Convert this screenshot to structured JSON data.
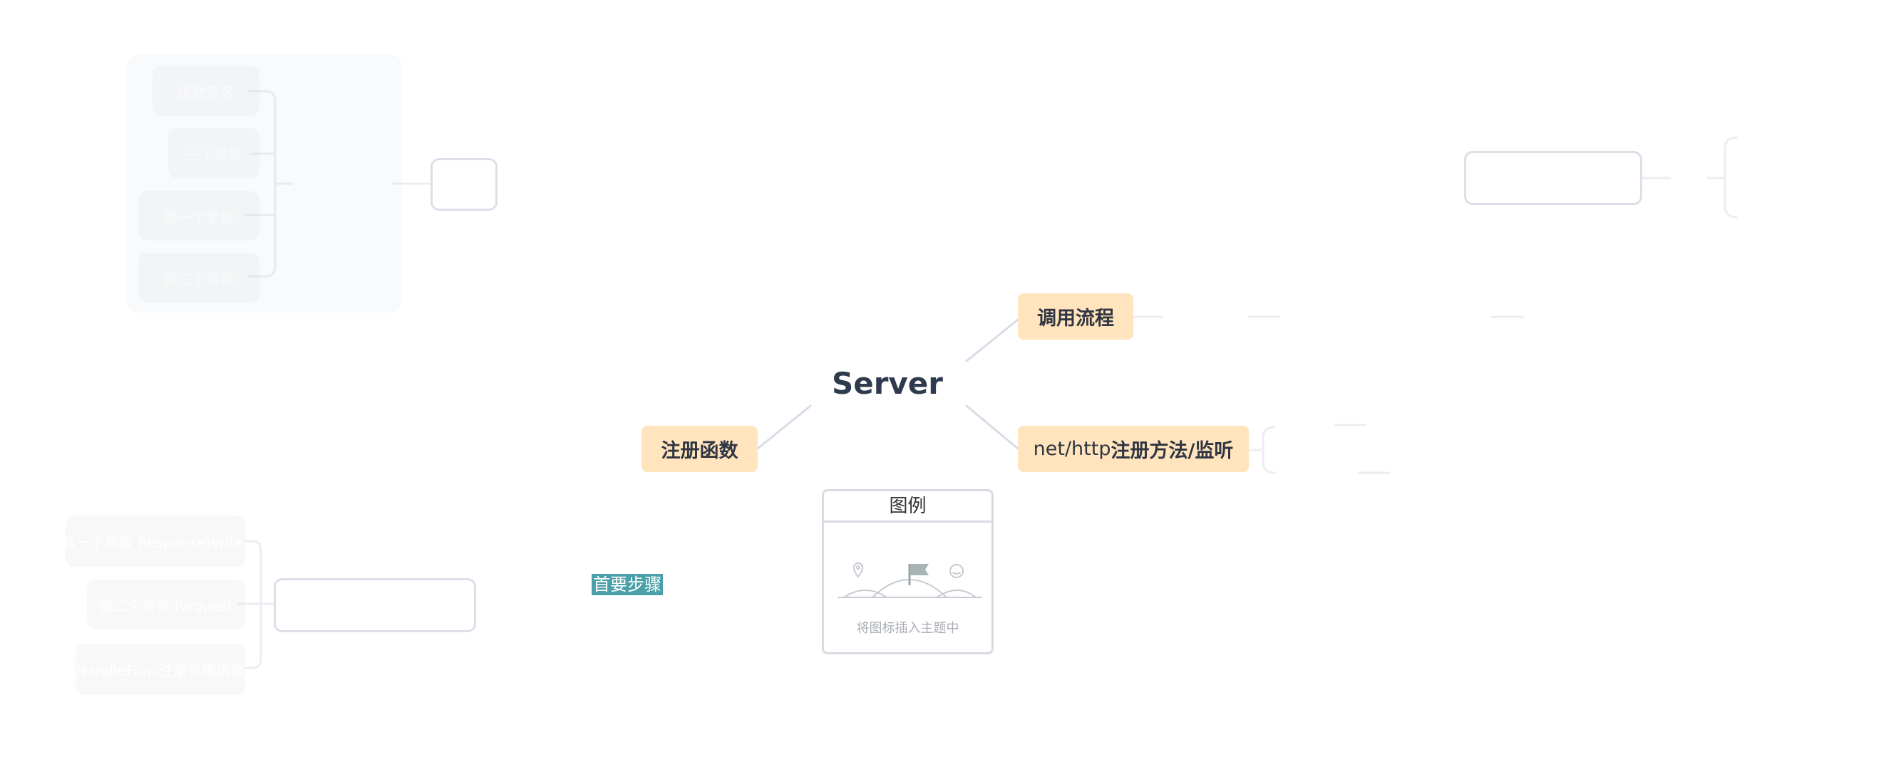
{
  "central_topic": "Server",
  "topics": {
    "register_function": "注册函数",
    "call_flow": "调用流程",
    "net_http_prefix": "net/http",
    "net_http_suffix": "注册方法/监听"
  },
  "highlight_label": "首要步骤",
  "legend": {
    "title": "图例",
    "hint": "将图标插入主题中"
  },
  "faded_nodes": {
    "top_left": [
      "函数签名",
      "三个参数",
      "第一个参数",
      "第二个参数"
    ],
    "bottom_left": [
      "第一个参数 ResponseWriter",
      "第二个参数 Request",
      "HandleFunc注册处理函数"
    ]
  },
  "colors": {
    "main_topic_fill": "#ffe4bd",
    "central_text": "#2e3a4d",
    "connector": "#d9dce6",
    "highlight": "#4b9fa8"
  }
}
